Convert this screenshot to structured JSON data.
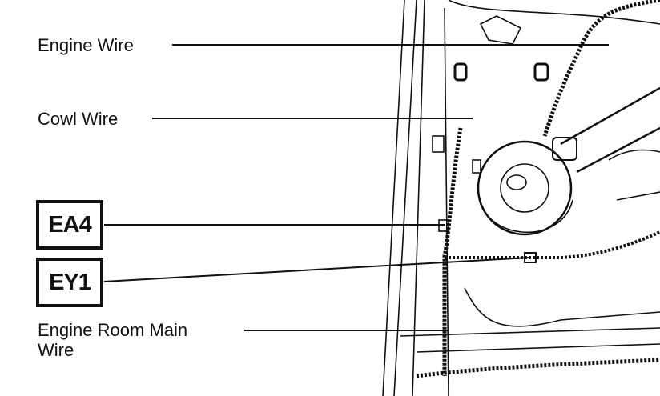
{
  "labels": {
    "engine_wire": "Engine Wire",
    "cowl_wire": "Cowl Wire",
    "engine_room_main_wire_line1": "Engine Room Main",
    "engine_room_main_wire_line2": "Wire"
  },
  "connectors": {
    "ea4": "EA4",
    "ey1": "EY1"
  }
}
